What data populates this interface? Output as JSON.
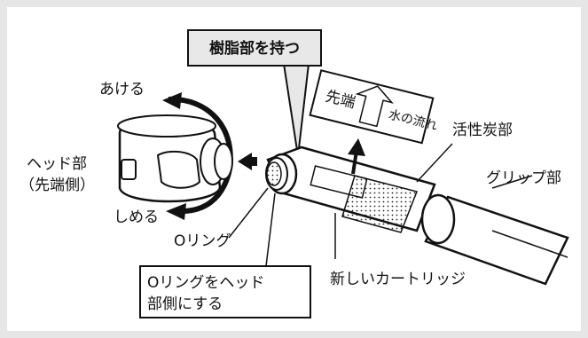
{
  "callout_top": "樹脂部を持つ",
  "label_akeru": "あける",
  "label_shimeru": "しめる",
  "label_head_line1": "ヘッド部",
  "label_head_line2": "（先端側）",
  "label_oring": "Oリング",
  "callout_bottom_line1": "Oリングをヘッド",
  "callout_bottom_line2": "部側にする",
  "label_activated_carbon": "活性炭部",
  "label_grip": "グリップ部",
  "label_new_cartridge": "新しいカートリッジ",
  "tag_tip": "先端",
  "tag_flow": "水の流れ",
  "colors": {
    "background": "#e6e6e6",
    "callout_fill": "#e8e8e8",
    "stroke": "#111111"
  }
}
